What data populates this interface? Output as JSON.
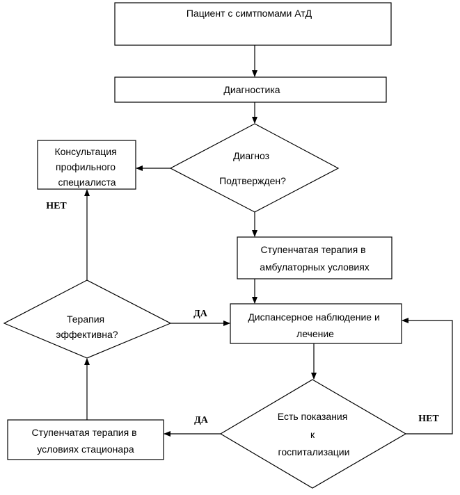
{
  "nodes": {
    "patient": {
      "lines": [
        "Пациент с симтпомами АтД"
      ]
    },
    "diagnostics": {
      "lines": [
        "Диагностика"
      ]
    },
    "diagnosis_confirmed": {
      "lines": [
        "Диагноз",
        "Подтвержден?"
      ]
    },
    "consultation": {
      "lines": [
        "Консультация",
        "профильного",
        "специалиста"
      ]
    },
    "stepwise_outpatient": {
      "lines": [
        "Ступенчатая терапия в",
        "амбулаторных условиях"
      ]
    },
    "dispensary": {
      "lines": [
        "Диспансерное наблюдение и",
        "лечение"
      ]
    },
    "therapy_effective": {
      "lines": [
        "Терапия",
        "эффективна?"
      ]
    },
    "hospital_indications": {
      "lines": [
        "Есть показания",
        "к",
        "госпитализации"
      ]
    },
    "stepwise_inpatient": {
      "lines": [
        "Ступенчатая терапия в",
        "условиях стационара"
      ]
    }
  },
  "edge_labels": {
    "no_consult": "НЕТ",
    "yes_effective": "ДА",
    "yes_hospital": "ДА",
    "no_hospital": "НЕТ"
  }
}
